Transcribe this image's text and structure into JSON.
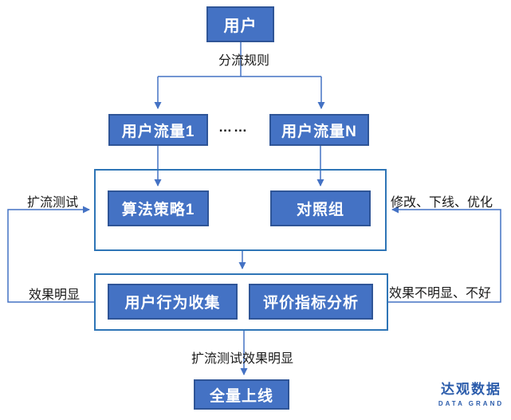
{
  "nodes": {
    "user": "用户",
    "traffic1": "用户流量1",
    "trafficN": "用户流量N",
    "dots": "……",
    "strategy1": "算法策略1",
    "control_group": "对照组",
    "behavior_collect": "用户行为收集",
    "metric_analysis": "评价指标分析",
    "full_launch": "全量上线"
  },
  "labels": {
    "split_rule": "分流规则",
    "expand_test": "扩流测试",
    "effect_obvious": "效果明显",
    "modify_offline_optimize": "修改、下线、优化",
    "effect_not_obvious": "效果不明显、不好",
    "expand_test_effect_obvious": "扩流测试效果明显"
  },
  "logo": {
    "cn": "达观数据",
    "en": "DATA GRAND"
  },
  "colors": {
    "node_fill": "#4472C4",
    "node_border": "#2F5597",
    "container_border": "#2E75B6",
    "connector": "#4472C4",
    "label_text": "#1a1a1a",
    "logo_blue": "#2B5CAB"
  }
}
